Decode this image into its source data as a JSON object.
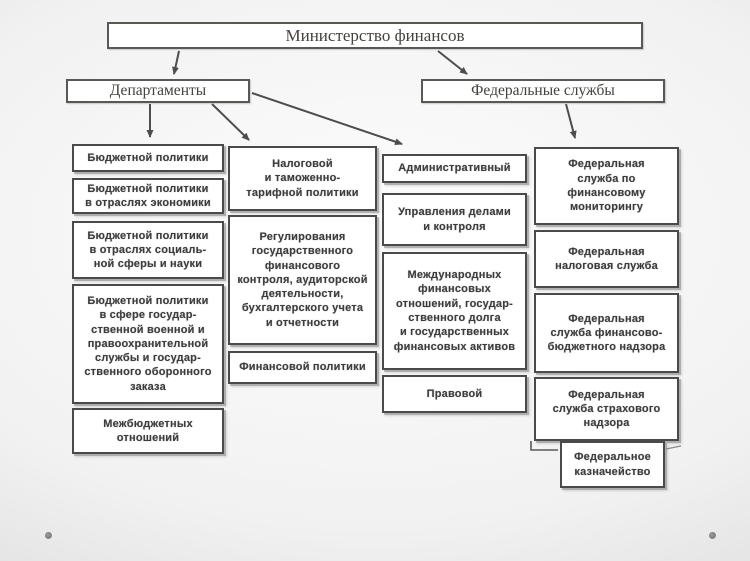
{
  "slide": {
    "title": "Министерство финансов",
    "level2": {
      "departments": "Департаменты",
      "federal_services": "Федеральные службы"
    },
    "departments_col1": [
      "Бюджетной политики",
      "Бюджетной политики\nв отраслях экономики",
      "Бюджетной политики\nв отраслях социаль-\nной сферы и науки",
      "Бюджетной политики\nв сфере государ-\nственной военной и\nправоохранительной\nслужбы и государ-\nственного оборонного\nзаказа",
      "Межбюджетных\nотношений"
    ],
    "departments_col2": [
      "Налоговой\nи таможенно-\nтарифной политики",
      "Регулирования\nгосударственного\nфинансового\nконтроля, аудиторской\nдеятельности,\nбухгалтерского учета\nи отчетности",
      "Финансовой политики"
    ],
    "departments_col3": [
      "Административный",
      "Управления делами\nи контроля",
      "Международных\nфинансовых\nотношений, государ-\nственного долга\nи государственных\nфинансовых активов",
      "Правовой"
    ],
    "federal_services_col": [
      "Федеральная\nслужба по\nфинансовому\nмониторингу",
      "Федеральная\nналоговая  служба",
      "Федеральная\nслужба финансово-\nбюджетного надзора",
      "Федеральная\nслужба страхового\nнадзора",
      "Федеральное\nказначейство"
    ],
    "colors": {
      "line": "#4d4d4d",
      "box_border": "#4a4a4a",
      "text": "#3c3c3c",
      "background_edge": "#d3d3d3"
    }
  }
}
